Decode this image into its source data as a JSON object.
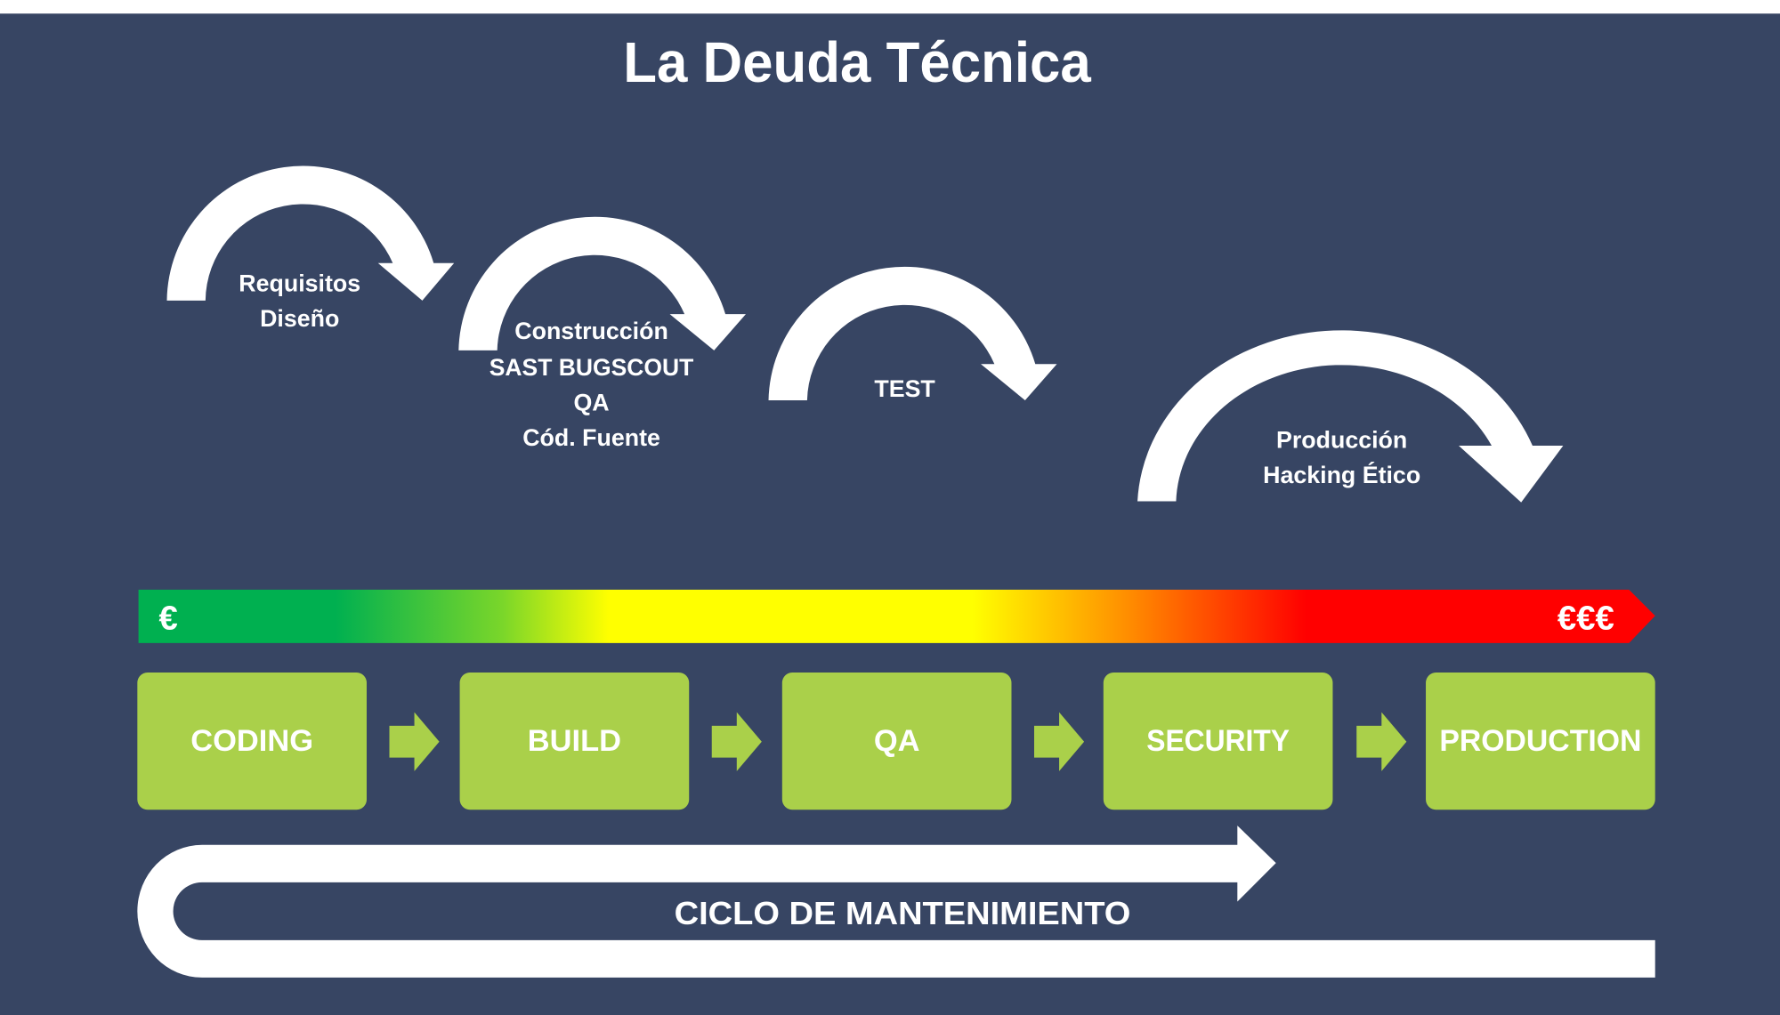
{
  "title": "La Deuda Técnica",
  "phases": [
    {
      "lines": [
        "Requisitos",
        "Diseño"
      ]
    },
    {
      "lines": [
        "Construcción",
        "SAST BUGSCOUT",
        "QA",
        "Cód. Fuente"
      ]
    },
    {
      "lines": [
        "TEST"
      ]
    },
    {
      "lines": [
        "Producción",
        "Hacking Ético"
      ]
    }
  ],
  "cost_bar": {
    "low_label": "€",
    "high_label": "€€€"
  },
  "stages": [
    "CODING",
    "BUILD",
    "QA",
    "SECURITY",
    "PRODUCTION"
  ],
  "maintenance_label": "CICLO DE MANTENIMIENTO",
  "colors": {
    "background": "#374563",
    "stage": "#aad04a",
    "green": "#00b050",
    "yellow": "#ffff00",
    "red": "#ff0000"
  }
}
